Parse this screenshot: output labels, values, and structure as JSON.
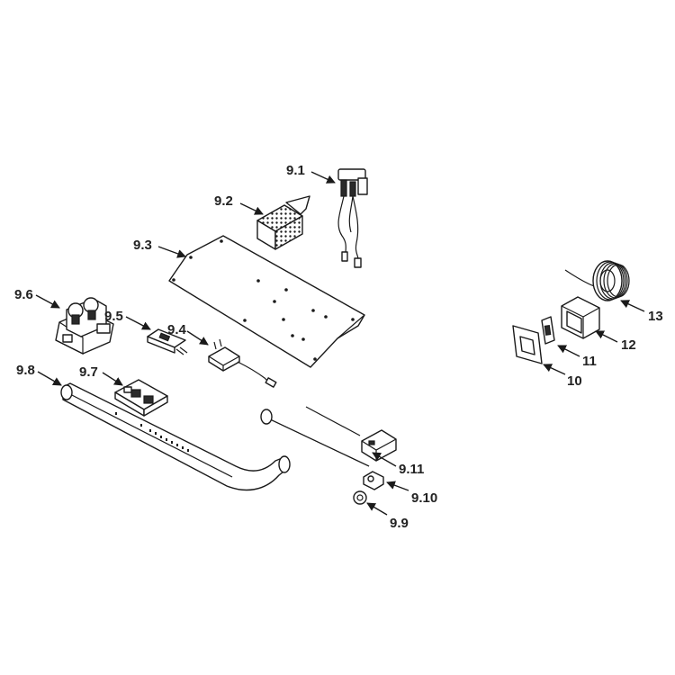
{
  "diagram": {
    "labels": [
      "9.1",
      "9.2",
      "9.3",
      "9.4",
      "9.5",
      "9.6",
      "9.7",
      "9.8",
      "9.9",
      "9.10",
      "9.11",
      "10",
      "11",
      "12",
      "13"
    ]
  }
}
